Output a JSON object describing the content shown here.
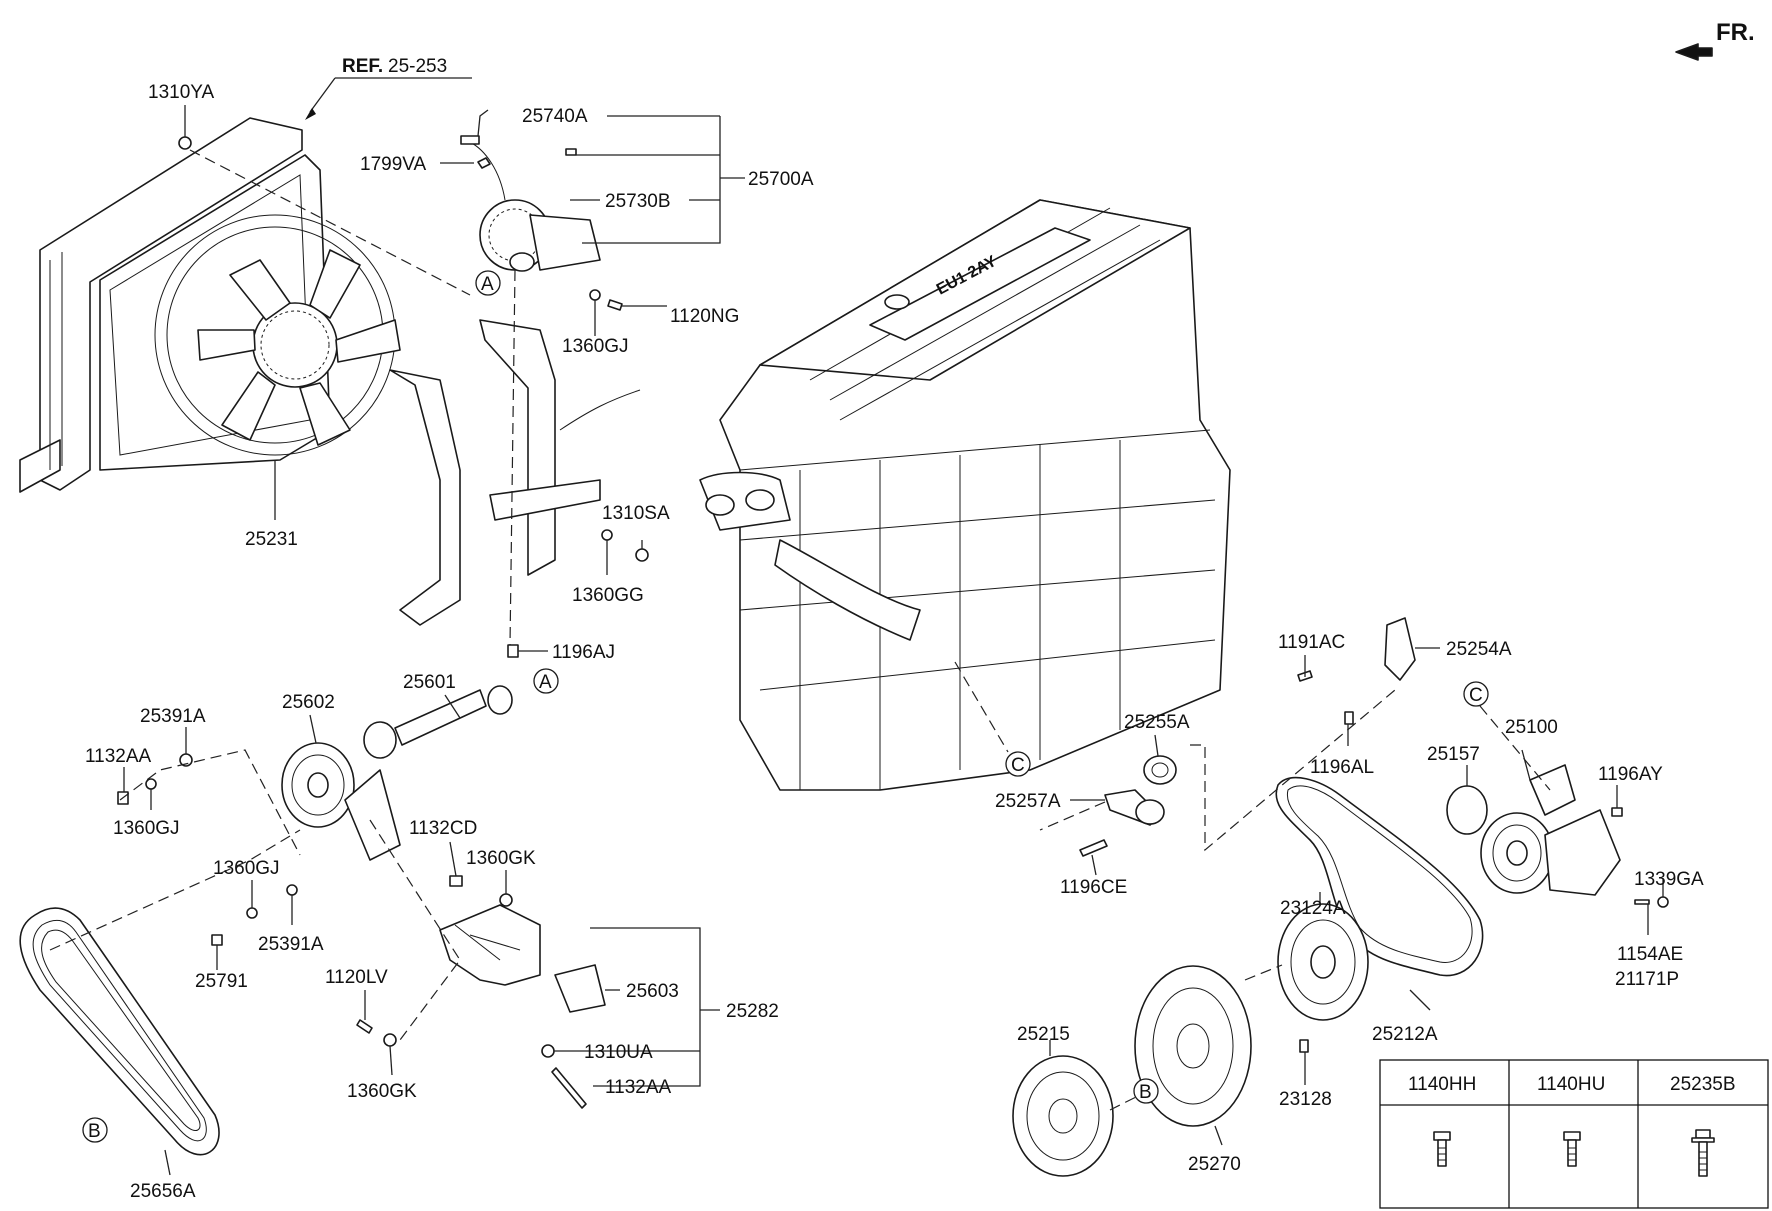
{
  "orientation": {
    "label": "FR."
  },
  "reference": {
    "label": "REF.",
    "number": "25-253"
  },
  "callouts": {
    "1310YA": "1310YA",
    "25740A": "25740A",
    "1799VA": "1799VA",
    "25700A": "25700A",
    "25730B": "25730B",
    "1120NG": "1120NG",
    "1360GJ_top": "1360GJ",
    "25231": "25231",
    "1310SA": "1310SA",
    "1360GG": "1360GG",
    "1196AJ": "1196AJ",
    "25601": "25601",
    "25602": "25602",
    "25391A_left": "25391A",
    "1132AA_left": "1132AA",
    "1360GJ_left": "1360GJ",
    "1132CD": "1132CD",
    "1360GK_top": "1360GK",
    "1360GJ_mid": "1360GJ",
    "25391A_mid": "25391A",
    "25791": "25791",
    "1120LV": "1120LV",
    "25603": "25603",
    "25282": "25282",
    "1310UA": "1310UA",
    "1360GK_bottom": "1360GK",
    "1132AA_bottom": "1132AA",
    "25656A": "25656A",
    "1191AC": "1191AC",
    "25254A": "25254A",
    "25255A": "25255A",
    "1196AL": "1196AL",
    "25257A": "25257A",
    "1196CE": "1196CE",
    "25100": "25100",
    "25157": "25157",
    "1196AY": "1196AY",
    "1339GA": "1339GA",
    "1154AE": "1154AE",
    "21171P": "21171P",
    "23124A": "23124A",
    "25212A": "25212A",
    "25215": "25215",
    "23128": "23128",
    "25270": "25270"
  },
  "connectors": {
    "A": "A",
    "B": "B",
    "C": "C"
  },
  "engine_mark": "EU1 2AY",
  "fastener_table": {
    "headers": [
      "1140HH",
      "1140HU",
      "25235B"
    ],
    "icons": [
      "hex-flange-bolt-icon",
      "hex-bolt-icon",
      "flange-bolt-with-washer-icon"
    ]
  }
}
